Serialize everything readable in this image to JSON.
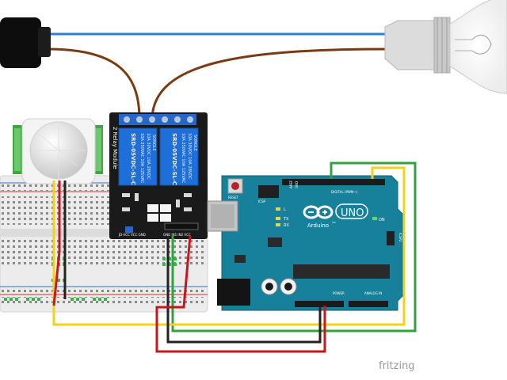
{
  "relay": {
    "title": "2 Relay Module",
    "relay_text": [
      "SRD-05VDC-SL-C",
      "10A 250VAC  10A 125VAC",
      "10A 30VDC  10A 28VDC"
    ],
    "brand": "SONGLE",
    "input_pins": "GND IN1 IN2 VCC",
    "power_pins": "JD-VCC VCC GND"
  },
  "arduino": {
    "reset": "RESET",
    "icsp": "ICSP",
    "icsp2": "ICSP2",
    "digital": "DIGITAL (PWM~)",
    "aref": "AREF",
    "gnd": "GND",
    "l_led": "L",
    "tx": "TX",
    "rx": "RX",
    "on": "ON",
    "logo_text": "Arduino",
    "uno": "UNO",
    "tm": "TM",
    "power": "POWER",
    "analog": "ANALOG IN"
  },
  "watermark": "fritzing",
  "colors": {
    "blue_wire": "#2f7fcf",
    "brown_wire": "#7a3a12",
    "yellow_wire": "#f2d21b",
    "green_wire": "#2fa43c",
    "red_wire": "#c8161a",
    "black_wire": "#222222",
    "arduino_board": "#17809a",
    "relay_board": "#1a1a1a",
    "relay_cube": "#1e6fd9"
  }
}
